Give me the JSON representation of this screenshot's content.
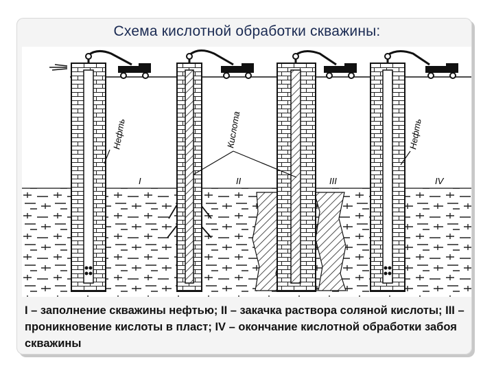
{
  "slide": {
    "title": "Схема кислотной обработки скважины:",
    "caption": "I – заполнение скважины нефтью; II – закачка раствора соляной кислоты; III – проникновение кислоты в пласт; IV – окончание кислотной обработки забоя скважины"
  },
  "diagram": {
    "stage_labels": [
      "I",
      "II",
      "III",
      "IV"
    ],
    "oil_label": "Нефть",
    "acid_label": "Кислота"
  }
}
